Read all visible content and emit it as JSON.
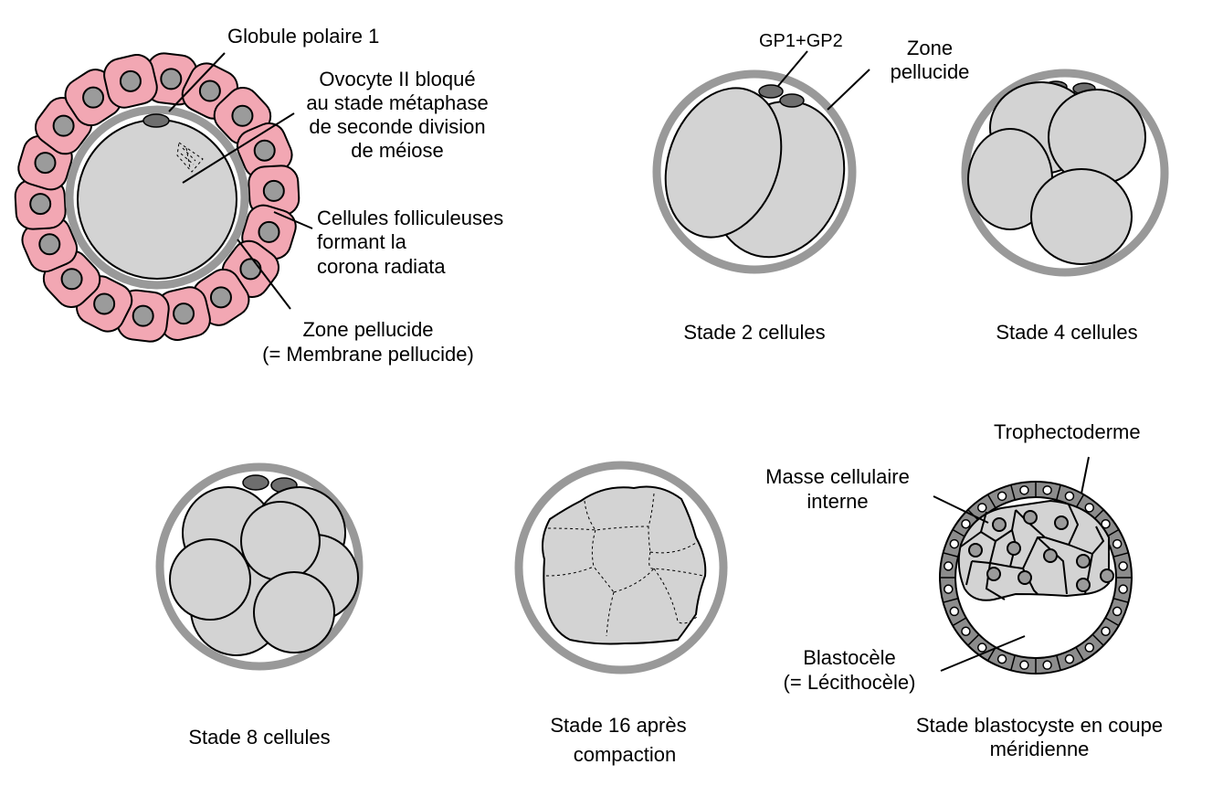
{
  "ovocyte": {
    "label_globule": "Globule polaire 1",
    "label_ovocyte": [
      "Ovocyte II bloqué",
      "au stade métaphase",
      "de seconde division",
      "de méiose"
    ],
    "label_follicular": [
      "Cellules folliculeuses",
      "formant la",
      "corona radiata"
    ],
    "label_zone": [
      "Zone pellucide",
      "(= Membrane pellucide)"
    ]
  },
  "stage2": {
    "label_gp": "GP1+GP2",
    "label_zone": [
      "Zone",
      "pellucide"
    ],
    "caption": "Stade 2 cellules"
  },
  "stage4": {
    "caption": "Stade 4 cellules"
  },
  "stage8": {
    "caption": "Stade 8 cellules"
  },
  "stage16": {
    "caption": [
      "Stade 16 après",
      "compaction"
    ]
  },
  "blastocyst": {
    "label_troph": "Trophectoderme",
    "label_mci": [
      "Masse cellulaire",
      "interne"
    ],
    "label_blastocele": [
      "Blastocèle",
      "(= Lécithocèle)"
    ],
    "caption": [
      "Stade blastocyste en coupe",
      "méridienne"
    ]
  },
  "colors": {
    "zona": "#999999",
    "cell": "#d3d3d3",
    "follicular": "#f2a7b3",
    "nucleus": "#9b9b9b",
    "polar_body": "#6e6e6e",
    "trophectoderm": "#8c8c8c"
  }
}
